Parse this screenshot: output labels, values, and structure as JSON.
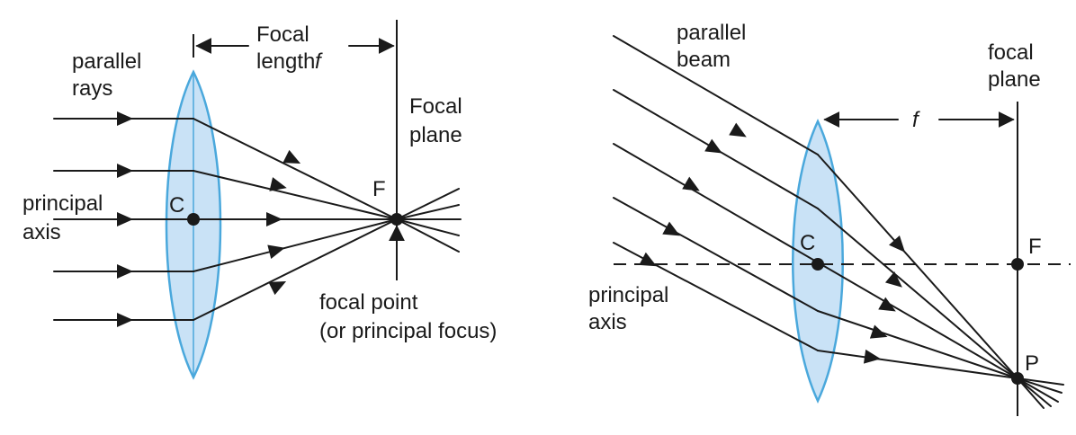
{
  "left": {
    "parallel_rays": [
      "parallel",
      "rays"
    ],
    "focal_length": [
      "Focal",
      "length",
      "f"
    ],
    "focal_plane": [
      "Focal",
      "plane"
    ],
    "principal_axis": [
      "principal",
      "axis"
    ],
    "center": "C",
    "focus": "F",
    "focal_point": [
      "focal point",
      "(or principal focus)"
    ]
  },
  "right": {
    "parallel_beam": [
      "parallel",
      "beam"
    ],
    "focal_plane": [
      "focal",
      "plane"
    ],
    "f": "f",
    "center": "C",
    "focus": "F",
    "point": "P",
    "principal_axis": [
      "principal",
      "axis"
    ]
  },
  "colors": {
    "lens_fill": "#c9e2f6",
    "lens_stroke": "#4aa8dc",
    "line": "#1a1a1a"
  }
}
